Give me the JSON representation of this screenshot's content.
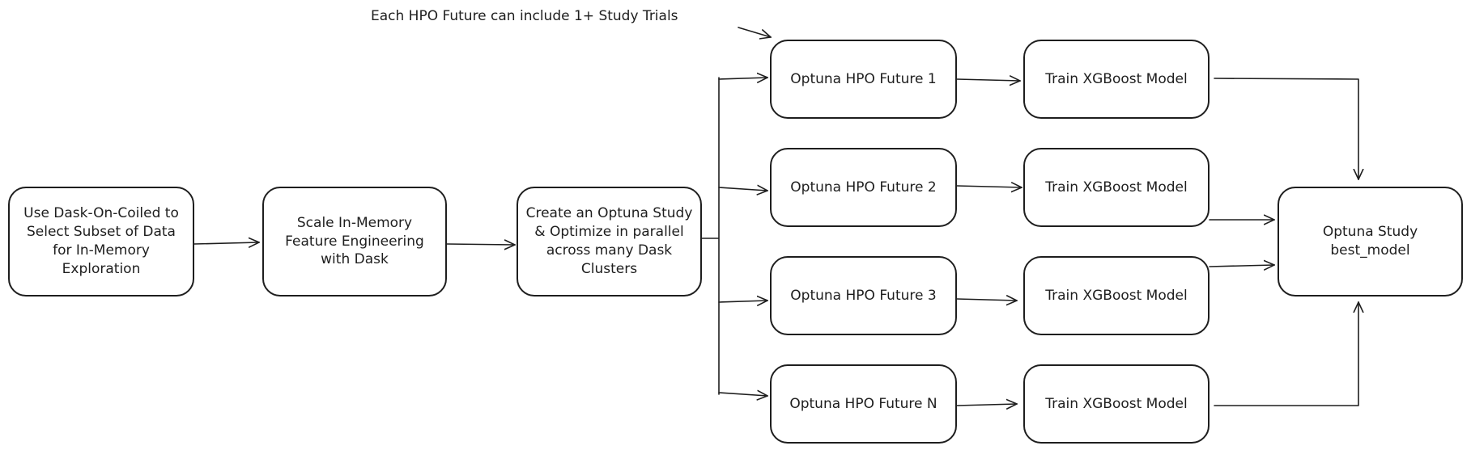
{
  "nodes": {
    "select": "Use Dask-On-Coiled to Select Subset of Data for In-Memory Exploration",
    "scale": "Scale In-Memory Feature Engineering with Dask",
    "study": "Create an Optuna Study & Optimize in parallel across many Dask Clusters",
    "hpo_1": "Optuna HPO Future 1",
    "hpo_2": "Optuna HPO Future 2",
    "hpo_3": "Optuna HPO Future 3",
    "hpo_n": "Optuna HPO Future N",
    "train_1": "Train XGBoost Model",
    "train_2": "Train XGBoost Model",
    "train_3": "Train XGBoost Model",
    "train_n": "Train XGBoost Model",
    "best": "Optuna Study best_model"
  },
  "annotation": "Each HPO Future can include 1+ Study Trials",
  "colors": {
    "stroke": "#1e1e1e",
    "background": "#ffffff"
  }
}
